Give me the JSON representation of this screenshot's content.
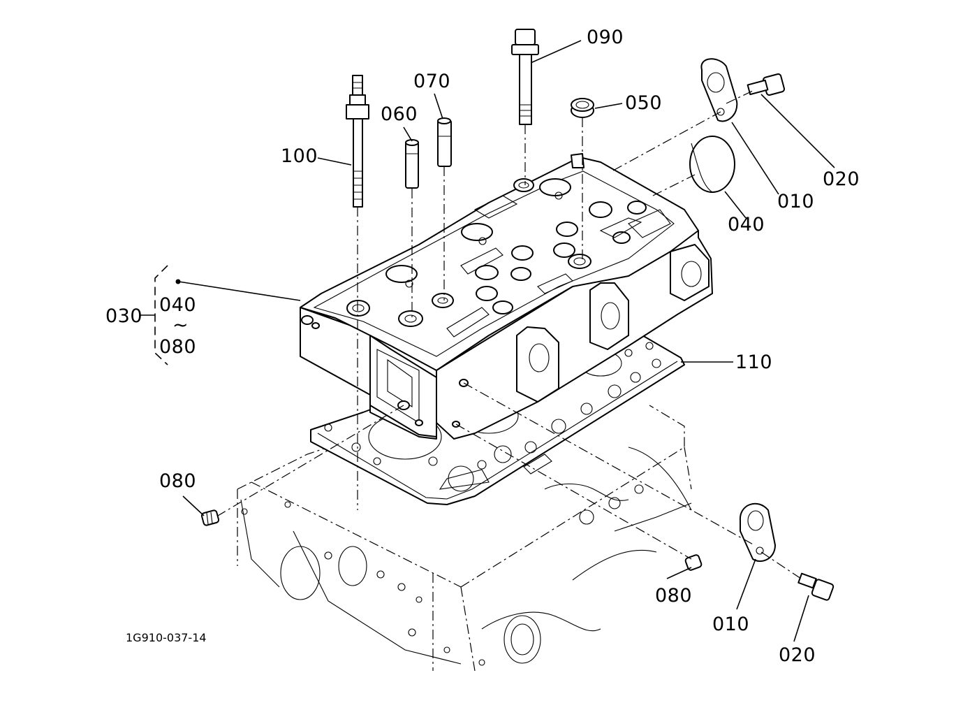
{
  "drawing_code": "1G910-037-14",
  "callouts": {
    "p010_upper": "010",
    "p010_lower": "010",
    "p020_upper": "020",
    "p020_lower": "020",
    "p030": "030",
    "p040": "040",
    "p050": "050",
    "p060": "060",
    "p070": "070",
    "p080_left": "080",
    "p080_right": "080",
    "p090": "090",
    "p100": "100",
    "p110": "110"
  },
  "group_030": {
    "from": "040",
    "range_mark": "~",
    "to": "080"
  }
}
